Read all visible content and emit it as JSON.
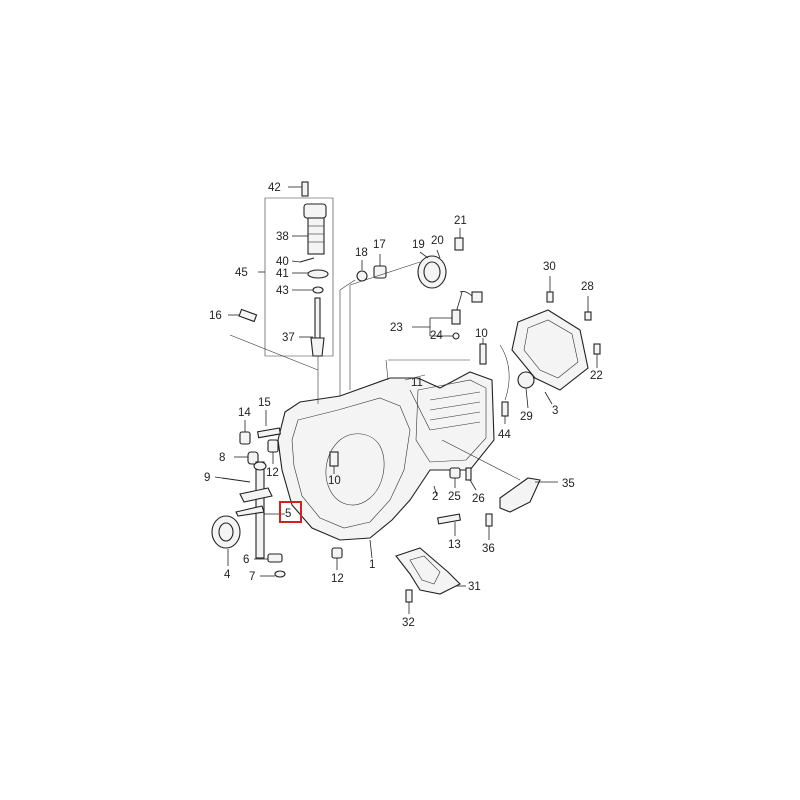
{
  "labels": {
    "l42": "42",
    "l38": "38",
    "l40": "40",
    "l41": "41",
    "l43": "43",
    "l45": "45",
    "l37": "37",
    "l16": "16",
    "l21": "21",
    "l20": "20",
    "l19": "19",
    "l18": "18",
    "l17": "17",
    "l30": "30",
    "l28": "28",
    "l22": "22",
    "l23": "23",
    "l24": "24",
    "l10a": "10",
    "l11": "11",
    "l29": "29",
    "l3": "3",
    "l44": "44",
    "l14": "14",
    "l15": "15",
    "l8": "8",
    "l12a": "12",
    "l10b": "10",
    "l9": "9",
    "l5": "5",
    "l4": "4",
    "l6": "6",
    "l7": "7",
    "l12b": "12",
    "l1": "1",
    "l2": "2",
    "l25": "25",
    "l26": "26",
    "l35": "35",
    "l13": "13",
    "l36": "36",
    "l31": "31",
    "l32": "32"
  },
  "highlight": {
    "part": "5",
    "color": "#d32020"
  }
}
